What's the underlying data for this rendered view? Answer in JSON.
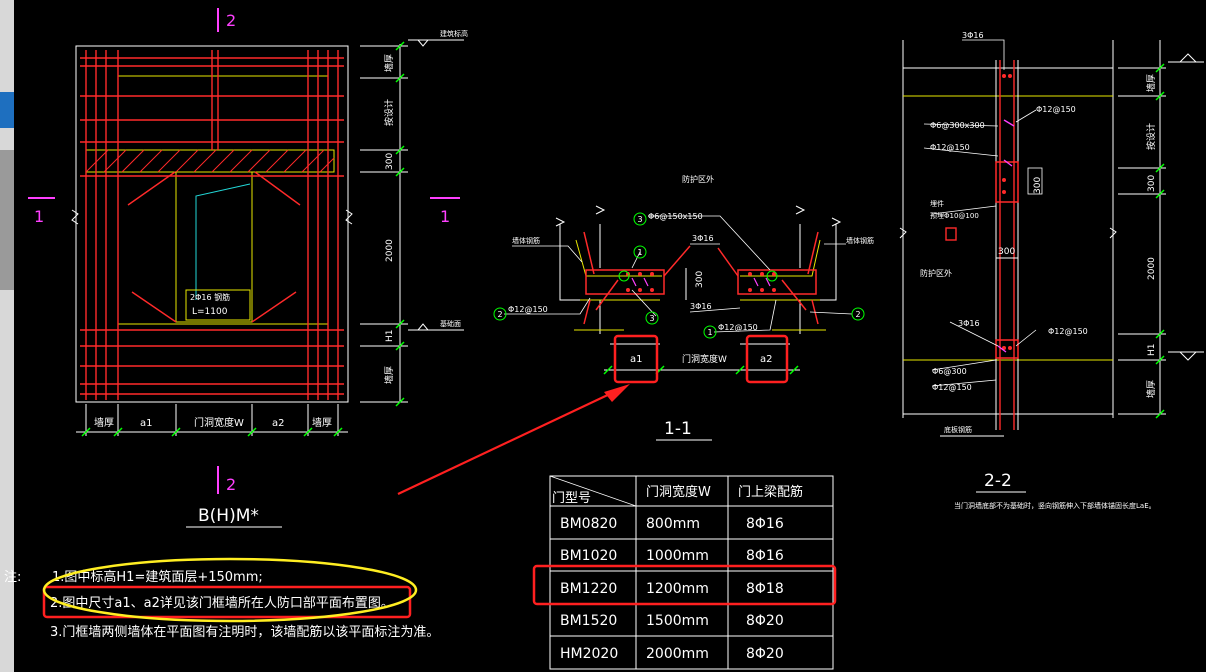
{
  "elevation": {
    "section_mark_top": "2",
    "section_mark_bottom": "2",
    "section_mark_left": "1",
    "section_mark_right": "1",
    "title": "B(H)M*",
    "bar_label": "2Φ16 钢筋",
    "bar_length": "L=1100",
    "right_label_top": "建筑标高",
    "right_label_bottom": "基础面",
    "dims_right": [
      "墙厚",
      "按设计",
      "300",
      "2000",
      "H1",
      "墙厚"
    ],
    "dims_bottom": [
      "墙厚",
      "a1",
      "门洞宽度W",
      "a2",
      "墙厚"
    ]
  },
  "section11": {
    "title": "1-1",
    "top_label": "防护区外",
    "callout1": "Φ6@150x150",
    "label_left": "墙体钢筋",
    "label_right": "墙体钢筋",
    "bar_3phi16_a": "3Φ16",
    "bar_3phi16_b": "3Φ16",
    "dim_300": "300",
    "left_stirrup": "Φ12@150",
    "mid_stirrup": "Φ12@150",
    "dims_bottom": [
      "a1",
      "门洞宽度W",
      "a2"
    ],
    "circle_nums": [
      "1",
      "2",
      "3"
    ]
  },
  "section22": {
    "title": "2-2",
    "top_bar": "3Φ16",
    "label_mid": "Φ12@150",
    "label_tie": "Φ6@300x300",
    "label_tie2": "Φ12@150",
    "label_embed": "埋件",
    "label_embed2": "预埋Φ10@100",
    "label_protect": "防护区外",
    "dim_300": "300",
    "dim_300b": "300",
    "bar_3phi16_low": "3Φ16",
    "label_low1": "Φ12@150",
    "label_low2": "Φ6@300",
    "label_low3": "Φ12@150",
    "label_base": "底板钢筋",
    "dims_right": [
      "墙厚",
      "按设计",
      "300",
      "2000",
      "H1",
      "墙厚"
    ],
    "note": "当门洞墙底部不为基础时，竖向钢筋伸入下部墙体锚固长度LaE。"
  },
  "table": {
    "headers": [
      "门型号",
      "门洞宽度W",
      "门上梁配筋"
    ],
    "rows": [
      [
        "BM0820",
        "800mm",
        "8Φ16"
      ],
      [
        "BM1020",
        "1000mm",
        "8Φ16"
      ],
      [
        "BM1220",
        "1200mm",
        "8Φ18"
      ],
      [
        "BM1520",
        "1500mm",
        "8Φ20"
      ],
      [
        "HM2020",
        "2000mm",
        "8Φ20"
      ]
    ]
  },
  "notes": {
    "prefix": "注:",
    "line1": "1.图中标高H1=建筑面层+150mm;",
    "line2": "2.图中尺寸a1、a2详见该门框墙所在人防口部平面布置图。",
    "line3": "3.门框墙两侧墙体在平面图有注明时，该墙配筋以该平面标注为准。"
  },
  "colors": {
    "rebar": "#ff2a2a",
    "line": "#e8e800",
    "dim": "#00ff00",
    "magenta": "#ff40ff",
    "cyan": "#22d8d8",
    "highlight_red": "#ff2020",
    "highlight_yellow": "#ffee22"
  }
}
